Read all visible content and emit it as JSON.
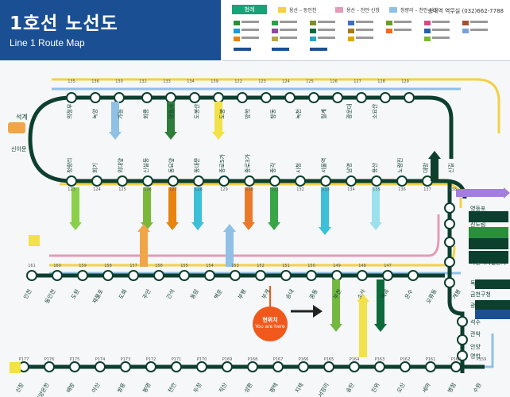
{
  "header": {
    "title": "1호선 노선도",
    "subtitle": "Line 1 Route Map"
  },
  "legend": {
    "label": "범례",
    "route_a": "용산 – 동인천",
    "route_b": "용산 – 천안·신창",
    "route_c": "청량리 – 천안·신창",
    "station_office": "송내역 역무실",
    "phone": "(032)662-7788"
  },
  "you_are_here": {
    "ko": "현위치",
    "en": "You are here"
  },
  "colors": {
    "line1": "#0d3f2e",
    "line1_stroke": "#1e5f38",
    "express_yellow": "#f2d146",
    "express_pink": "#e69ab7",
    "rapid_blue": "#8fc0e5",
    "header_blue": "#1b4f93",
    "here_orange": "#f1591c"
  },
  "map": {
    "stations_top": [
      "135",
      "136",
      "130",
      "132",
      "133",
      "134",
      "139",
      "122",
      "123",
      "124",
      "125",
      "126",
      "127",
      "128",
      "129"
    ],
    "stations_mid": [
      "123",
      "124",
      "125",
      "126",
      "127",
      "128",
      "129",
      "130",
      "131",
      "132",
      "133",
      "134",
      "135",
      "136",
      "137",
      "138"
    ],
    "stations_low": [
      "161",
      "160",
      "159",
      "158",
      "157",
      "156",
      "155",
      "154",
      "153",
      "152",
      "151",
      "150",
      "149",
      "148",
      "147"
    ],
    "stations_bottom": [
      "P177",
      "P176",
      "P175",
      "P174",
      "P173",
      "P172",
      "P171",
      "P170",
      "P169",
      "P168",
      "P167",
      "P166",
      "P165",
      "P164",
      "P163",
      "P162",
      "P161",
      "P160",
      "P159"
    ],
    "right_labels": [
      "영등포",
      "신도림",
      "구로",
      "가산디지털단지",
      "독산",
      "금천구청",
      "광명",
      "석수",
      "관악",
      "안양",
      "명학"
    ],
    "left_labels": [
      "석계",
      "신이문"
    ],
    "top_labels": [
      "의정부",
      "녹양",
      "가능",
      "회룡",
      "망월사",
      "도봉산",
      "도봉",
      "방학",
      "창동",
      "녹천",
      "월계",
      "광운대",
      "소요산"
    ],
    "mid_labels": [
      "청량리",
      "회기",
      "외대앞",
      "신설동",
      "동묘앞",
      "동대문",
      "종로5가",
      "종로3가",
      "종각",
      "시청",
      "서울역",
      "남영",
      "용산",
      "노량진",
      "대방",
      "신길"
    ],
    "low_labels": [
      "인천",
      "동인천",
      "도원",
      "제물포",
      "도화",
      "주안",
      "간석",
      "동암",
      "백운",
      "부평",
      "부개",
      "송내",
      "중동",
      "부천",
      "소사",
      "역곡",
      "온수",
      "오류동",
      "개봉"
    ],
    "bottom_labels": [
      "신창",
      "온양온천",
      "배방",
      "아산",
      "쌍용",
      "봉명",
      "천안",
      "두정",
      "직산",
      "성환",
      "평택",
      "지제",
      "서정리",
      "송탄",
      "진위",
      "오산",
      "세마",
      "병점",
      "수원"
    ]
  }
}
